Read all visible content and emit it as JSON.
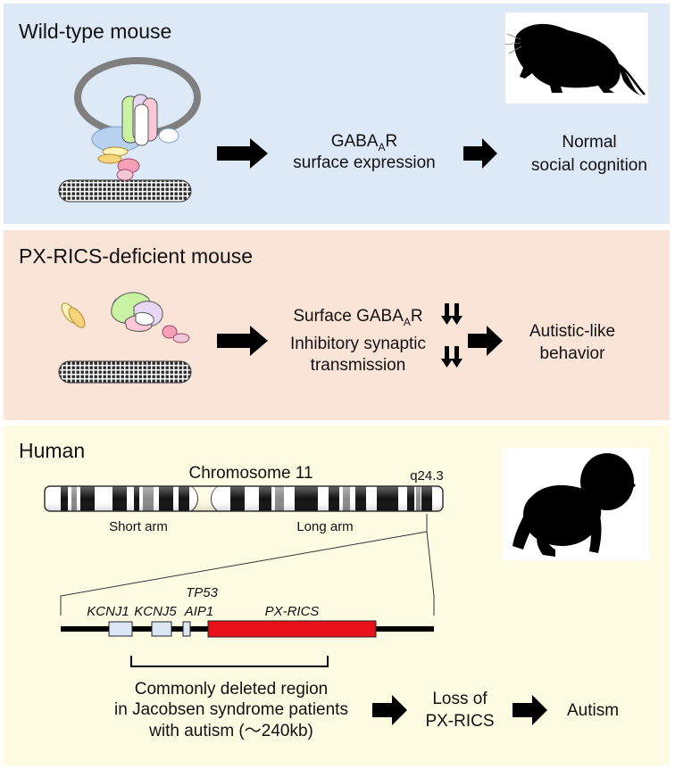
{
  "panels": {
    "wild_type": {
      "title": "Wild-type mouse",
      "line1_pre": "GABA",
      "line1_sub": "A",
      "line1_post": "R",
      "line2": "surface expression",
      "result_line1": "Normal",
      "result_line2": "social  cognition"
    },
    "deficient": {
      "title": "PX-RICS-deficient mouse",
      "line1_pre": "Surface GABA",
      "line1_sub": "A",
      "line1_post": "R",
      "line2": "Inhibitory synaptic",
      "line3": "transmission",
      "result_line1": "Autistic-like",
      "result_line2": "behavior"
    },
    "human": {
      "title": "Human",
      "chromosome_label": "Chromosome 11",
      "band_label": "q24.3",
      "short_arm": "Short arm",
      "long_arm": "Long arm",
      "genes": [
        {
          "name": "KCNJ1"
        },
        {
          "name": "KCNJ5"
        },
        {
          "name": "TP53",
          "name2": "AIP1"
        },
        {
          "name": "PX-RICS"
        }
      ],
      "deleted_line1": "Commonly deleted region",
      "deleted_line2": "in Jacobsen syndrome patients",
      "deleted_line3": "with autism (～240kb)",
      "loss_line1": "Loss of",
      "loss_line2": "PX-RICS",
      "outcome": "Autism"
    }
  },
  "colors": {
    "wild_type_bg": "#dde9f6",
    "deficient_bg": "#fae3d7",
    "human_bg": "#fdfbe2",
    "px_rics_gene": "#e8111a",
    "small_gene": "#dbe7f4"
  }
}
